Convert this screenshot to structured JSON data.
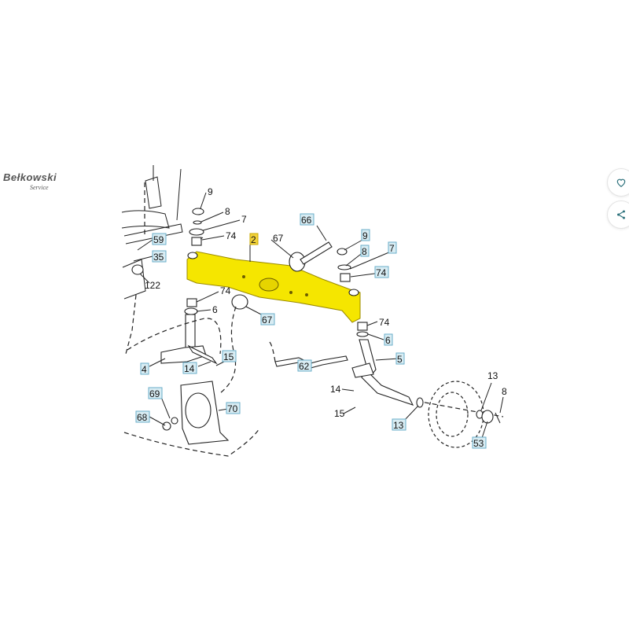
{
  "brand": {
    "name": "Bełkowski",
    "subtitle": "Service"
  },
  "actions": {
    "favorite_icon": "heart-icon",
    "share_icon": "share-icon"
  },
  "highlight_color": "#f5e600",
  "labels": {
    "plain": [
      "9",
      "8",
      "7",
      "74",
      "67",
      "74",
      "6",
      "122",
      "14",
      "15",
      "13",
      "8"
    ],
    "boxed": [
      "59",
      "35",
      "2",
      "66",
      "9",
      "8",
      "7",
      "74",
      "67",
      "74",
      "6",
      "5",
      "62",
      "4",
      "14",
      "15",
      "69",
      "70",
      "68",
      "13",
      "53"
    ]
  }
}
